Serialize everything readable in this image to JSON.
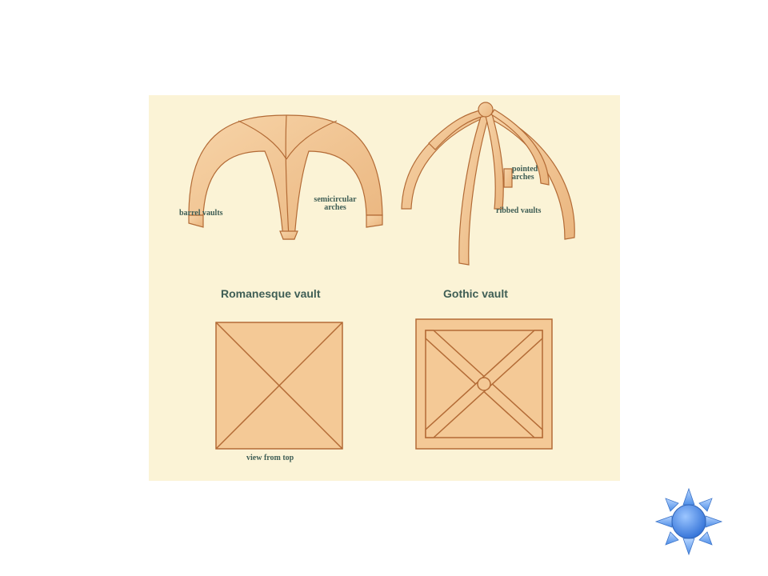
{
  "romanesque": {
    "title": "Romanesque vault",
    "label_barrel": "barrel vaults",
    "label_semicircular": "semicircular arches"
  },
  "gothic": {
    "title": "Gothic vault",
    "label_pointed": "pointed arches",
    "label_ribbed": "ribbed vaults"
  },
  "label_view_from_top": "view from top",
  "colors": {
    "panel_bg": "#fbf3d6",
    "stone_fill": "#f4c996",
    "stone_stroke": "#b36b36",
    "label_text": "#3f5e55",
    "button_blue": "#4f8fe8"
  },
  "icons": {
    "nav_button": "sun-star-icon"
  }
}
